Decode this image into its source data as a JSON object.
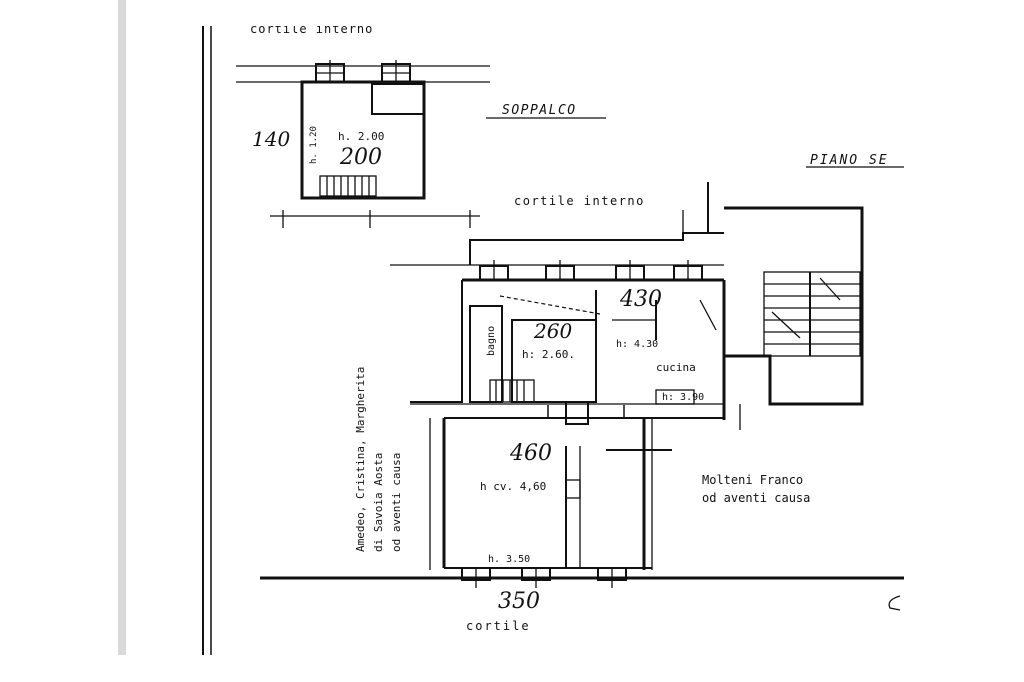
{
  "labels": {
    "cortile_interno_top": "cortile interno",
    "soppalco": "SOPPALCO",
    "piano_se": "PIANO SE",
    "cortile_interno": "cortile interno",
    "soppalco_height": "h. 2.00",
    "soppalco_height_side": "h. 1.20",
    "hand_140": "140",
    "hand_200": "200",
    "bagno": "bagno",
    "hand_260": "260",
    "room_260": "h: 2.60.",
    "hand_430": "430",
    "h430": "h: 4.30",
    "cucina": "cucina",
    "h390": "h: 3.90",
    "hand_460": "460",
    "hcv460": "h cv. 4,60",
    "h350": "h. 3.50",
    "hand_350": "350",
    "cortile": "cortile",
    "molteni_1": "Molteni Franco",
    "molteni_2": "od aventi causa",
    "amedeo_1": "Amedeo, Cristina, Margherita",
    "amedeo_2": "di Savoia Aosta",
    "amedeo_3": "od aventi causa"
  }
}
